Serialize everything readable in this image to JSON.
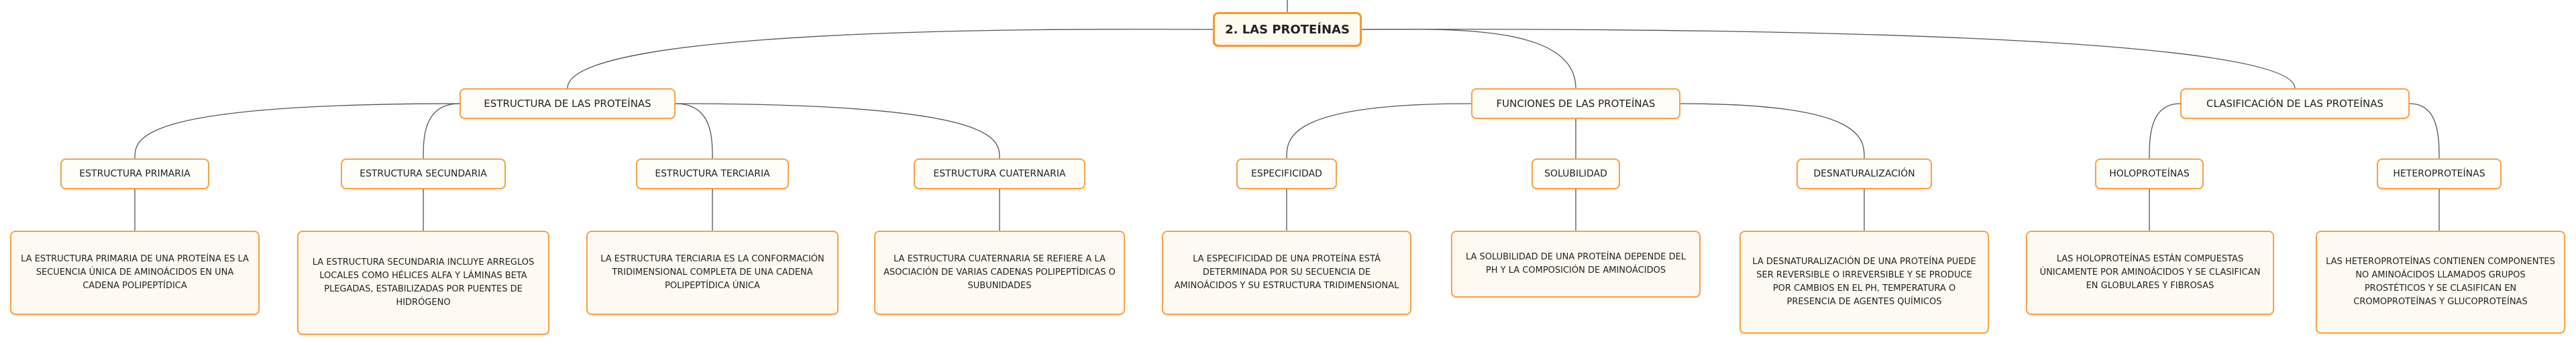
{
  "root": {
    "label": "2. LAS PROTEÍNAS"
  },
  "branches": [
    {
      "label": "ESTRUCTURA DE LAS PROTEÍNAS",
      "children": [
        {
          "label": "ESTRUCTURA PRIMARIA",
          "detail": "LA ESTRUCTURA PRIMARIA DE UNA PROTEÍNA ES LA SECUENCIA ÚNICA DE AMINOÁCIDOS EN UNA CADENA POLIPEPTÍDICA"
        },
        {
          "label": "ESTRUCTURA SECUNDARIA",
          "detail": "LA ESTRUCTURA SECUNDARIA INCLUYE ARREGLOS LOCALES COMO HÉLICES ALFA Y LÁMINAS BETA PLEGADAS, ESTABILIZADAS POR PUENTES DE HIDRÓGENO"
        },
        {
          "label": "ESTRUCTURA TERCIARIA",
          "detail": "LA ESTRUCTURA TERCIARIA ES LA CONFORMACIÓN TRIDIMENSIONAL COMPLETA DE UNA CADENA POLIPEPTÍDICA ÚNICA"
        },
        {
          "label": "ESTRUCTURA CUATERNARIA",
          "detail": "LA ESTRUCTURA CUATERNARIA SE REFIERE A LA ASOCIACIÓN DE VARIAS CADENAS POLIPEPTÍDICAS O SUBUNIDADES"
        }
      ]
    },
    {
      "label": "FUNCIONES DE LAS PROTEÍNAS",
      "children": [
        {
          "label": "ESPECIFICIDAD",
          "detail": "LA ESPECIFICIDAD DE UNA PROTEÍNA ESTÁ DETERMINADA POR SU SECUENCIA DE AMINOÁCIDOS Y SU ESTRUCTURA TRIDIMENSIONAL"
        },
        {
          "label": "SOLUBILIDAD",
          "detail": "LA SOLUBILIDAD DE UNA PROTEÍNA DEPENDE DEL PH Y LA COMPOSICIÓN DE AMINOÁCIDOS"
        },
        {
          "label": "DESNATURALIZACIÓN",
          "detail": "LA DESNATURALIZACIÓN DE UNA PROTEÍNA PUEDE SER REVERSIBLE O IRREVERSIBLE Y SE PRODUCE POR CAMBIOS EN EL PH, TEMPERATURA O PRESENCIA DE AGENTES QUÍMICOS"
        }
      ]
    },
    {
      "label": "CLASIFICACIÓN DE LAS PROTEÍNAS",
      "children": [
        {
          "label": "HOLOPROTEÍNAS",
          "detail": "LAS HOLOPROTEÍNAS ESTÁN COMPUESTAS ÚNICAMENTE POR AMINOÁCIDOS Y SE CLASIFICAN EN GLOBULARES Y FIBROSAS"
        },
        {
          "label": "HETEROPROTEÍNAS",
          "detail": "LAS HETEROPROTEÍNAS CONTIENEN COMPONENTES NO AMINOÁCIDOS LLAMADOS GRUPOS PROSTÉTICOS Y SE CLASIFICAN EN CROMOPROTEÍNAS Y GLUCOPROTEÍNAS"
        }
      ]
    }
  ],
  "colors": {
    "border": "#f3a54a",
    "edge": "#555555",
    "background": "#ffffff"
  }
}
